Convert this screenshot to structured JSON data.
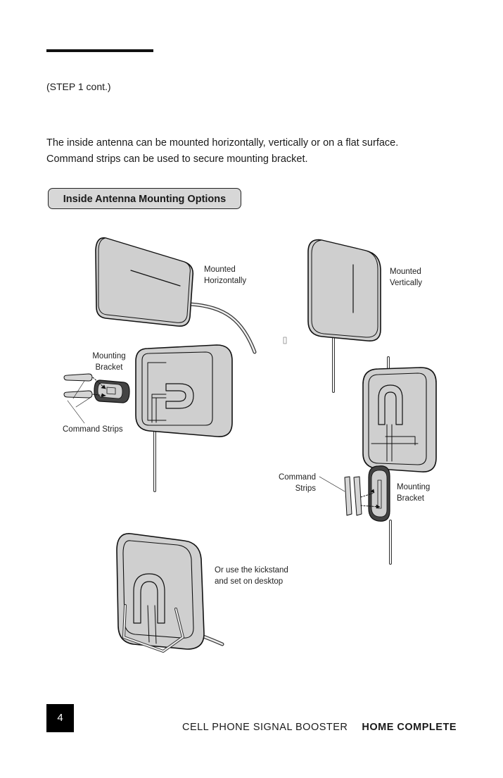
{
  "page": {
    "step_label": "(STEP 1 cont.)",
    "intro": "The inside antenna can be mounted horizontally, vertically or on a flat surface. Command strips can be used to secure mounting bracket.",
    "section_title": "Inside Antenna Mounting Options"
  },
  "labels": {
    "mounted_horizontally_1": "Mounted",
    "mounted_horizontally_2": "Horizontally",
    "mounted_vertically_1": "Mounted",
    "mounted_vertically_2": "Vertically",
    "mounting_bracket_left_1": "Mounting",
    "mounting_bracket_left_2": "Bracket",
    "command_strips_left": "Command Strips",
    "command_strips_right_1": "Command",
    "command_strips_right_2": "Strips",
    "mounting_bracket_right_1": "Mounting",
    "mounting_bracket_right_2": "Bracket",
    "kickstand_1": "Or use the kickstand",
    "kickstand_2": "and set on desktop"
  },
  "footer": {
    "page_number": "4",
    "product_line": "CELL PHONE SIGNAL BOOSTER",
    "product_name": "HOME COMPLETE"
  },
  "colors": {
    "antenna_fill": "#cfcfcf",
    "pill_fill": "#d7d7d7",
    "page_box": "#000000"
  }
}
